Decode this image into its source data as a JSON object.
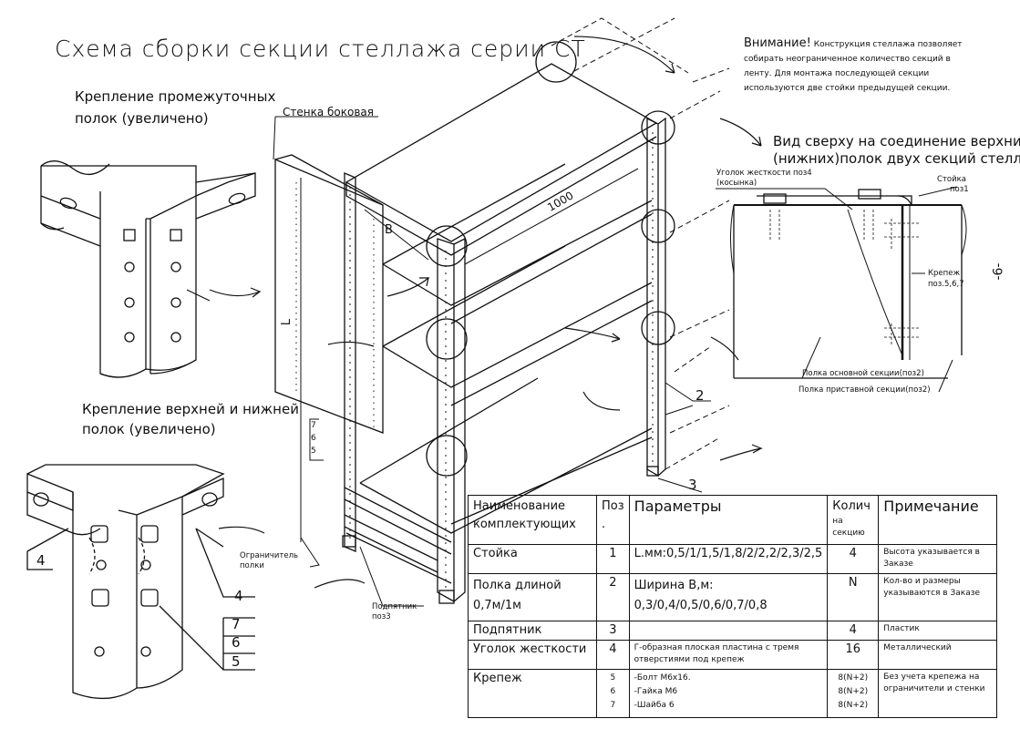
{
  "title": "Схема сборки секции стеллажа серии СТ",
  "caption_middle": [
    "Крепление промежуточных",
    "полок (увеличено)"
  ],
  "caption_top_bottom": [
    "Крепление верхней и нижней",
    "полок (увеличено)"
  ],
  "caption_top_view": [
    "Вид сверху на соединение верхних",
    "(нижних)полок двух секций стеллажа"
  ],
  "note_title": "Внимание!",
  "note_lines": [
    "Конструкция стеллажа позволяет",
    "собирать неограниченное количество секций в",
    "ленту. Для монтажа последующей секции",
    "используются две стойки предыдущей секции."
  ],
  "labels": {
    "side_wall": "Стенка боковая",
    "dim_1000": "1000",
    "dim_b": "B",
    "dim_l": "L",
    "limiter": [
      "Ограничитель",
      "полки"
    ],
    "foot": [
      "Подпятник",
      "поз3"
    ],
    "corner": [
      "Уголок жесткости поз4",
      "(косынка)"
    ],
    "post": [
      "Стойка",
      "поз1"
    ],
    "fastener": [
      "Крепеж",
      "поз.5,6,7"
    ],
    "shelf_main": "Полка основной секции(поз2)",
    "shelf_add": "Полка приставной секции(поз2)",
    "page_number": "-6-",
    "pos_2": "2",
    "pos_3": "3",
    "pos_4a": "4",
    "pos_4b": "4",
    "stack_a": [
      "7",
      "6",
      "5"
    ],
    "stack_b": [
      "7",
      "6",
      "5"
    ]
  },
  "table": {
    "headers": [
      "Наименование комплектующих",
      "Поз .",
      "Параметры",
      "Колич",
      "на секцию",
      "Примечание"
    ],
    "rows": [
      {
        "name": "Стойка",
        "pos": "1",
        "params": "L.мм:0,5/1/1,5/1,8/2/2,2/2,3/2,5",
        "qty": "4",
        "note": "Высота указывается в Заказе"
      },
      {
        "name": "Полка длиной 0,7м/1м",
        "pos": "2",
        "params": "Ширина В,м: 0,3/0,4/0,5/0,6/0,7/0,8",
        "qty": "N",
        "note": "Кол-во и размеры указываются в Заказе"
      },
      {
        "name": "Подпятник",
        "pos": "3",
        "params": "",
        "qty": "4",
        "note": "Пластик"
      },
      {
        "name": "Уголок жесткости",
        "pos": "4",
        "params": "Г-образная плоская пластина с тремя отверстиями под крепеж",
        "qty": "16",
        "note": "Металлический"
      }
    ],
    "fastener": {
      "name": "Крепеж",
      "pos": [
        "5",
        "6",
        "7"
      ],
      "params": [
        "-Болт М6х16.",
        "-Гайка М6",
        "-Шайба 6"
      ],
      "qty": [
        "8(N+2)",
        "8(N+2)",
        "8(N+2)"
      ],
      "note": "Без учета крепежа на ограничители и стенки"
    }
  }
}
